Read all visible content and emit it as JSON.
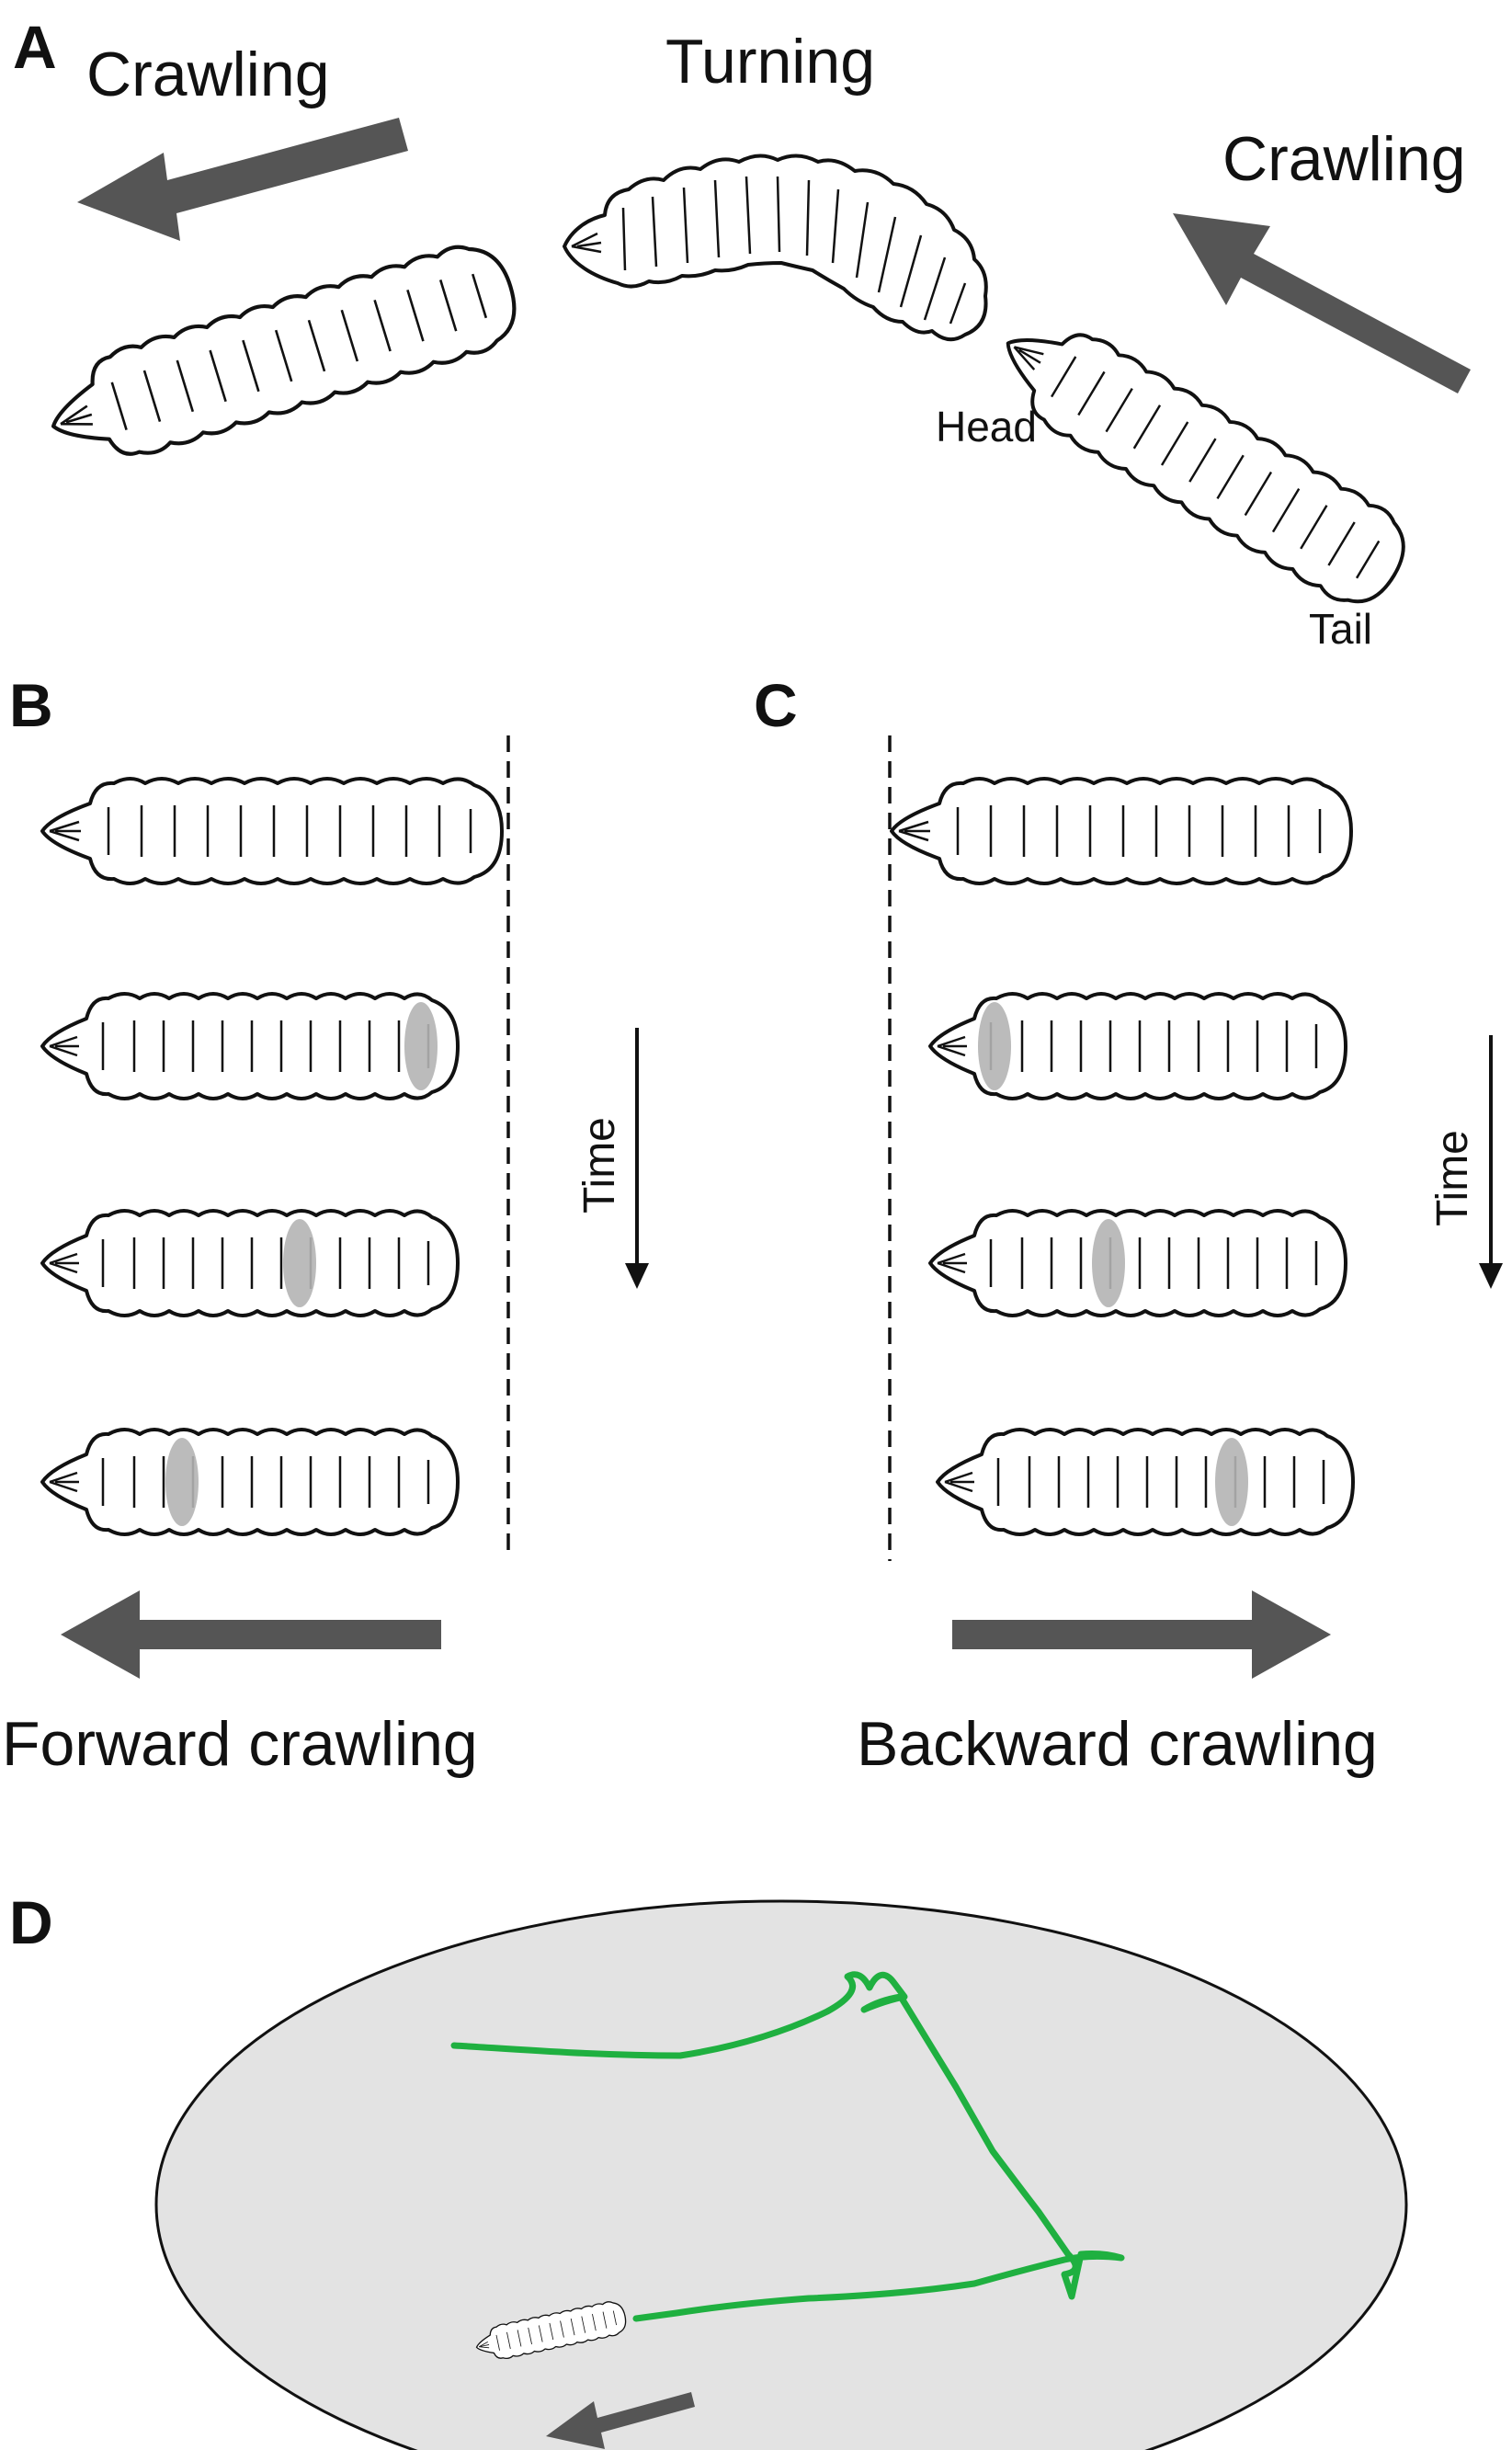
{
  "panels": {
    "a": {
      "letter": "A",
      "crawling_left": "Crawling",
      "turning": "Turning",
      "crawling_right": "Crawling",
      "head": "Head",
      "tail": "Tail"
    },
    "b": {
      "letter": "B",
      "time": "Time",
      "caption": "Forward crawling"
    },
    "c": {
      "letter": "C",
      "time": "Time",
      "caption": "Backward crawling"
    },
    "d": {
      "letter": "D"
    }
  },
  "colors": {
    "arrow_fill": "#555555",
    "track": "#1fb040",
    "arena_fill": "#e3e3e3",
    "wave": "#b4b4b4"
  },
  "icons": {
    "larva": "larva-icon",
    "arrow": "arrow-icon"
  }
}
